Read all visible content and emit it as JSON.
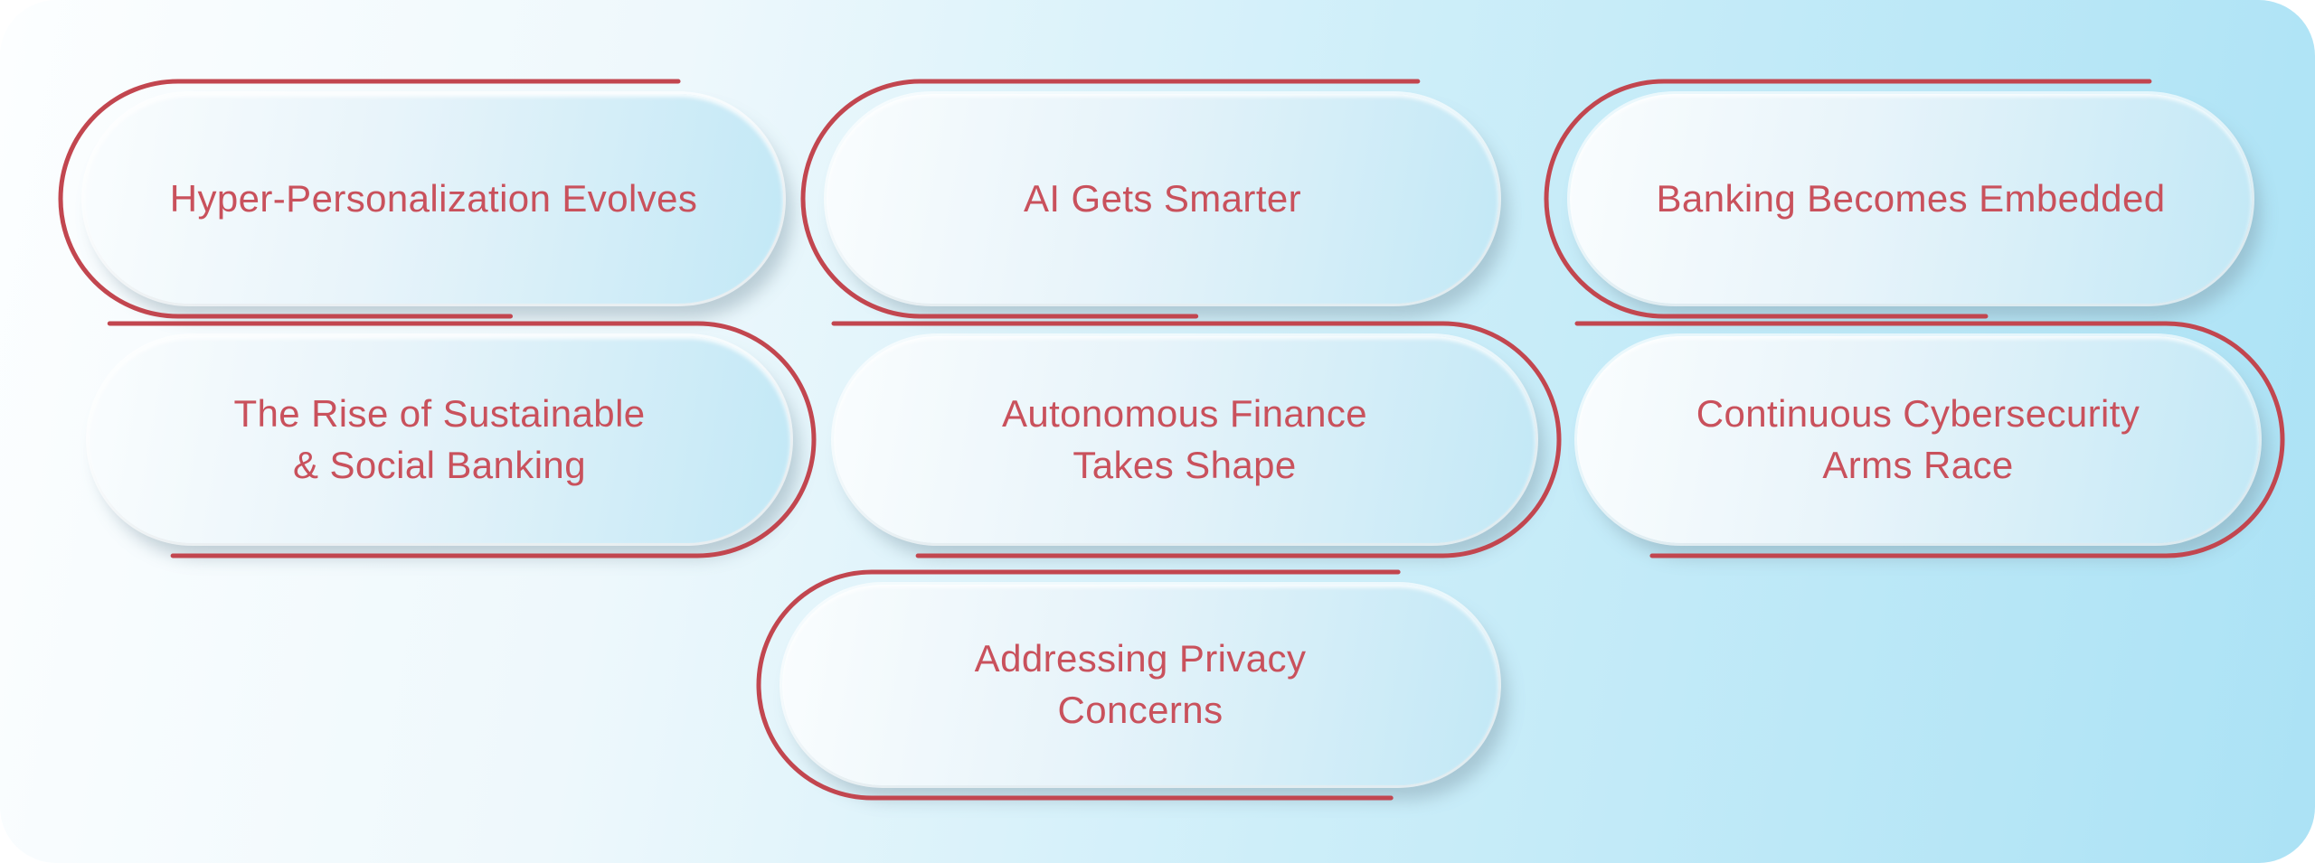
{
  "title": "Banking Trends Infographic",
  "colors": {
    "accent_red": "#c2464f",
    "text_red": "#c9515c",
    "background_left": "#fcfeff",
    "background_right": "#abe2f5",
    "pill_gradient_left": "#fafdfe",
    "pill_gradient_right": "#c2e8f6"
  },
  "cards": [
    {
      "label": "Hyper-Personalization Evolves"
    },
    {
      "label": "AI Gets Smarter"
    },
    {
      "label": "Banking Becomes Embedded"
    },
    {
      "label": "The Rise of Sustainable\n& Social Banking"
    },
    {
      "label": "Autonomous Finance\nTakes Shape"
    },
    {
      "label": "Continuous Cybersecurity\nArms Race"
    },
    {
      "label": "Addressing Privacy\nConcerns"
    }
  ]
}
